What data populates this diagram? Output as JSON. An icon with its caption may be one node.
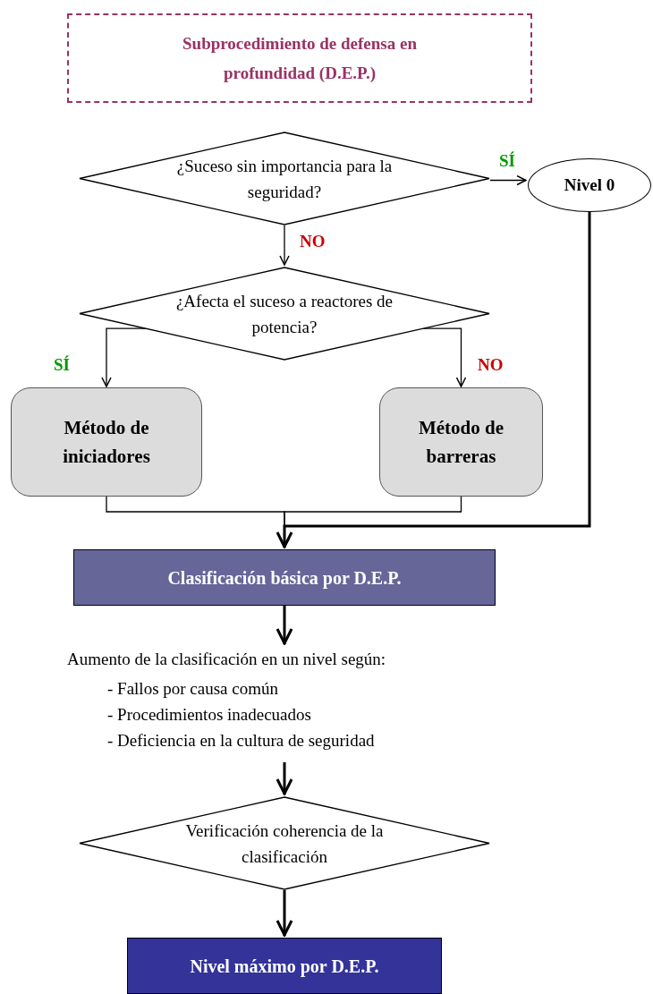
{
  "diagram": {
    "nodes": [
      {
        "text": [
          "Subprocedimiento de defensa en profundidad (D.E.P.)"
        ]
      },
      {
        "text": [
          "¿Suceso sin importancia para la seguridad?"
        ]
      },
      {
        "text": [
          "Nivel 0"
        ]
      },
      {
        "text": [
          "¿Afecta el suceso a reactores de potencia?"
        ]
      },
      {
        "text": [
          "Método de iniciadores"
        ]
      },
      {
        "text": [
          "Método de barreras"
        ]
      },
      {
        "text": [
          "Clasificación básica por D.E.P."
        ]
      },
      {
        "text": [
          "Aumento de la clasificación en un nivel según:",
          "- Fallos por causa común",
          "- Procedimientos inadecuados",
          "- Deficiencia en la cultura de seguridad"
        ]
      },
      {
        "text": [
          "Verificación coherencia de la clasificación"
        ]
      },
      {
        "text": [
          "Nivel máximo por D.E.P."
        ]
      }
    ],
    "edges": [
      {
        "from": 1,
        "to": 2,
        "arrow": "to",
        "label": "SÍ"
      },
      {
        "from": 1,
        "to": 3,
        "arrow": "to",
        "label": "NO"
      },
      {
        "from": 3,
        "to": 4,
        "arrow": "to",
        "label": "SÍ"
      },
      {
        "from": 3,
        "to": 5,
        "arrow": "to",
        "label": "NO"
      },
      {
        "from": 4,
        "to": 6,
        "arrow": "to"
      },
      {
        "from": 5,
        "to": 6,
        "arrow": "to"
      },
      {
        "from": 2,
        "to": 6,
        "arrow": "to",
        "style": "thick"
      },
      {
        "from": 6,
        "to": 7,
        "arrow": "to",
        "style": "thick"
      },
      {
        "from": 7,
        "to": 8,
        "arrow": "to",
        "style": "thick"
      },
      {
        "from": 8,
        "to": 9,
        "arrow": "to",
        "style": "thick"
      }
    ]
  }
}
